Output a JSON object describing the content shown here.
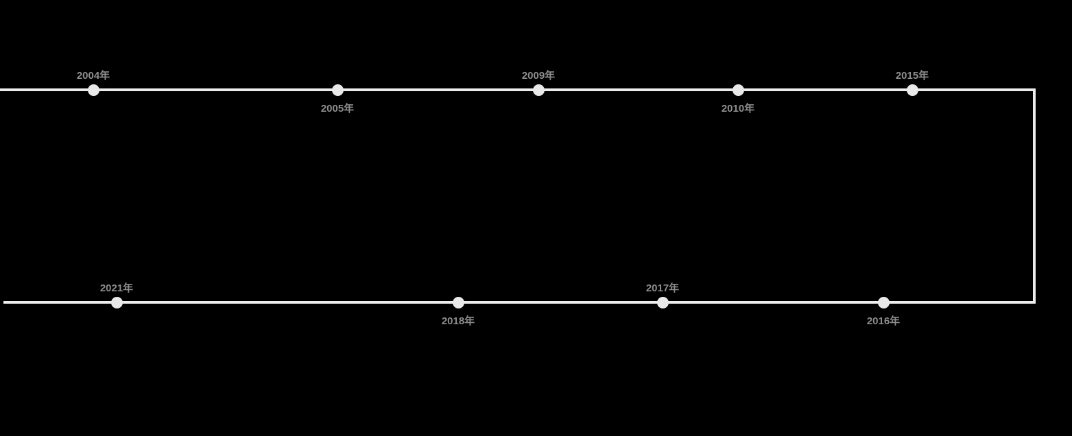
{
  "canvas": {
    "background_color": "#000000"
  },
  "timeline": {
    "line_color": "#ececec",
    "dot_color": "#e9e9e9",
    "label_color": "#8d8d8d",
    "top_row": {
      "direction": "left-to-right",
      "points": [
        {
          "label": "2004年",
          "label_position": "above"
        },
        {
          "label": "2005年",
          "label_position": "below"
        },
        {
          "label": "2009年",
          "label_position": "above"
        },
        {
          "label": "2010年",
          "label_position": "below"
        },
        {
          "label": "2015年",
          "label_position": "above"
        }
      ]
    },
    "bottom_row": {
      "direction": "right-to-left",
      "points": [
        {
          "label": "2016年",
          "label_position": "below"
        },
        {
          "label": "2017年",
          "label_position": "above"
        },
        {
          "label": "2018年",
          "label_position": "below"
        },
        {
          "label": "2021年",
          "label_position": "above"
        }
      ]
    }
  }
}
